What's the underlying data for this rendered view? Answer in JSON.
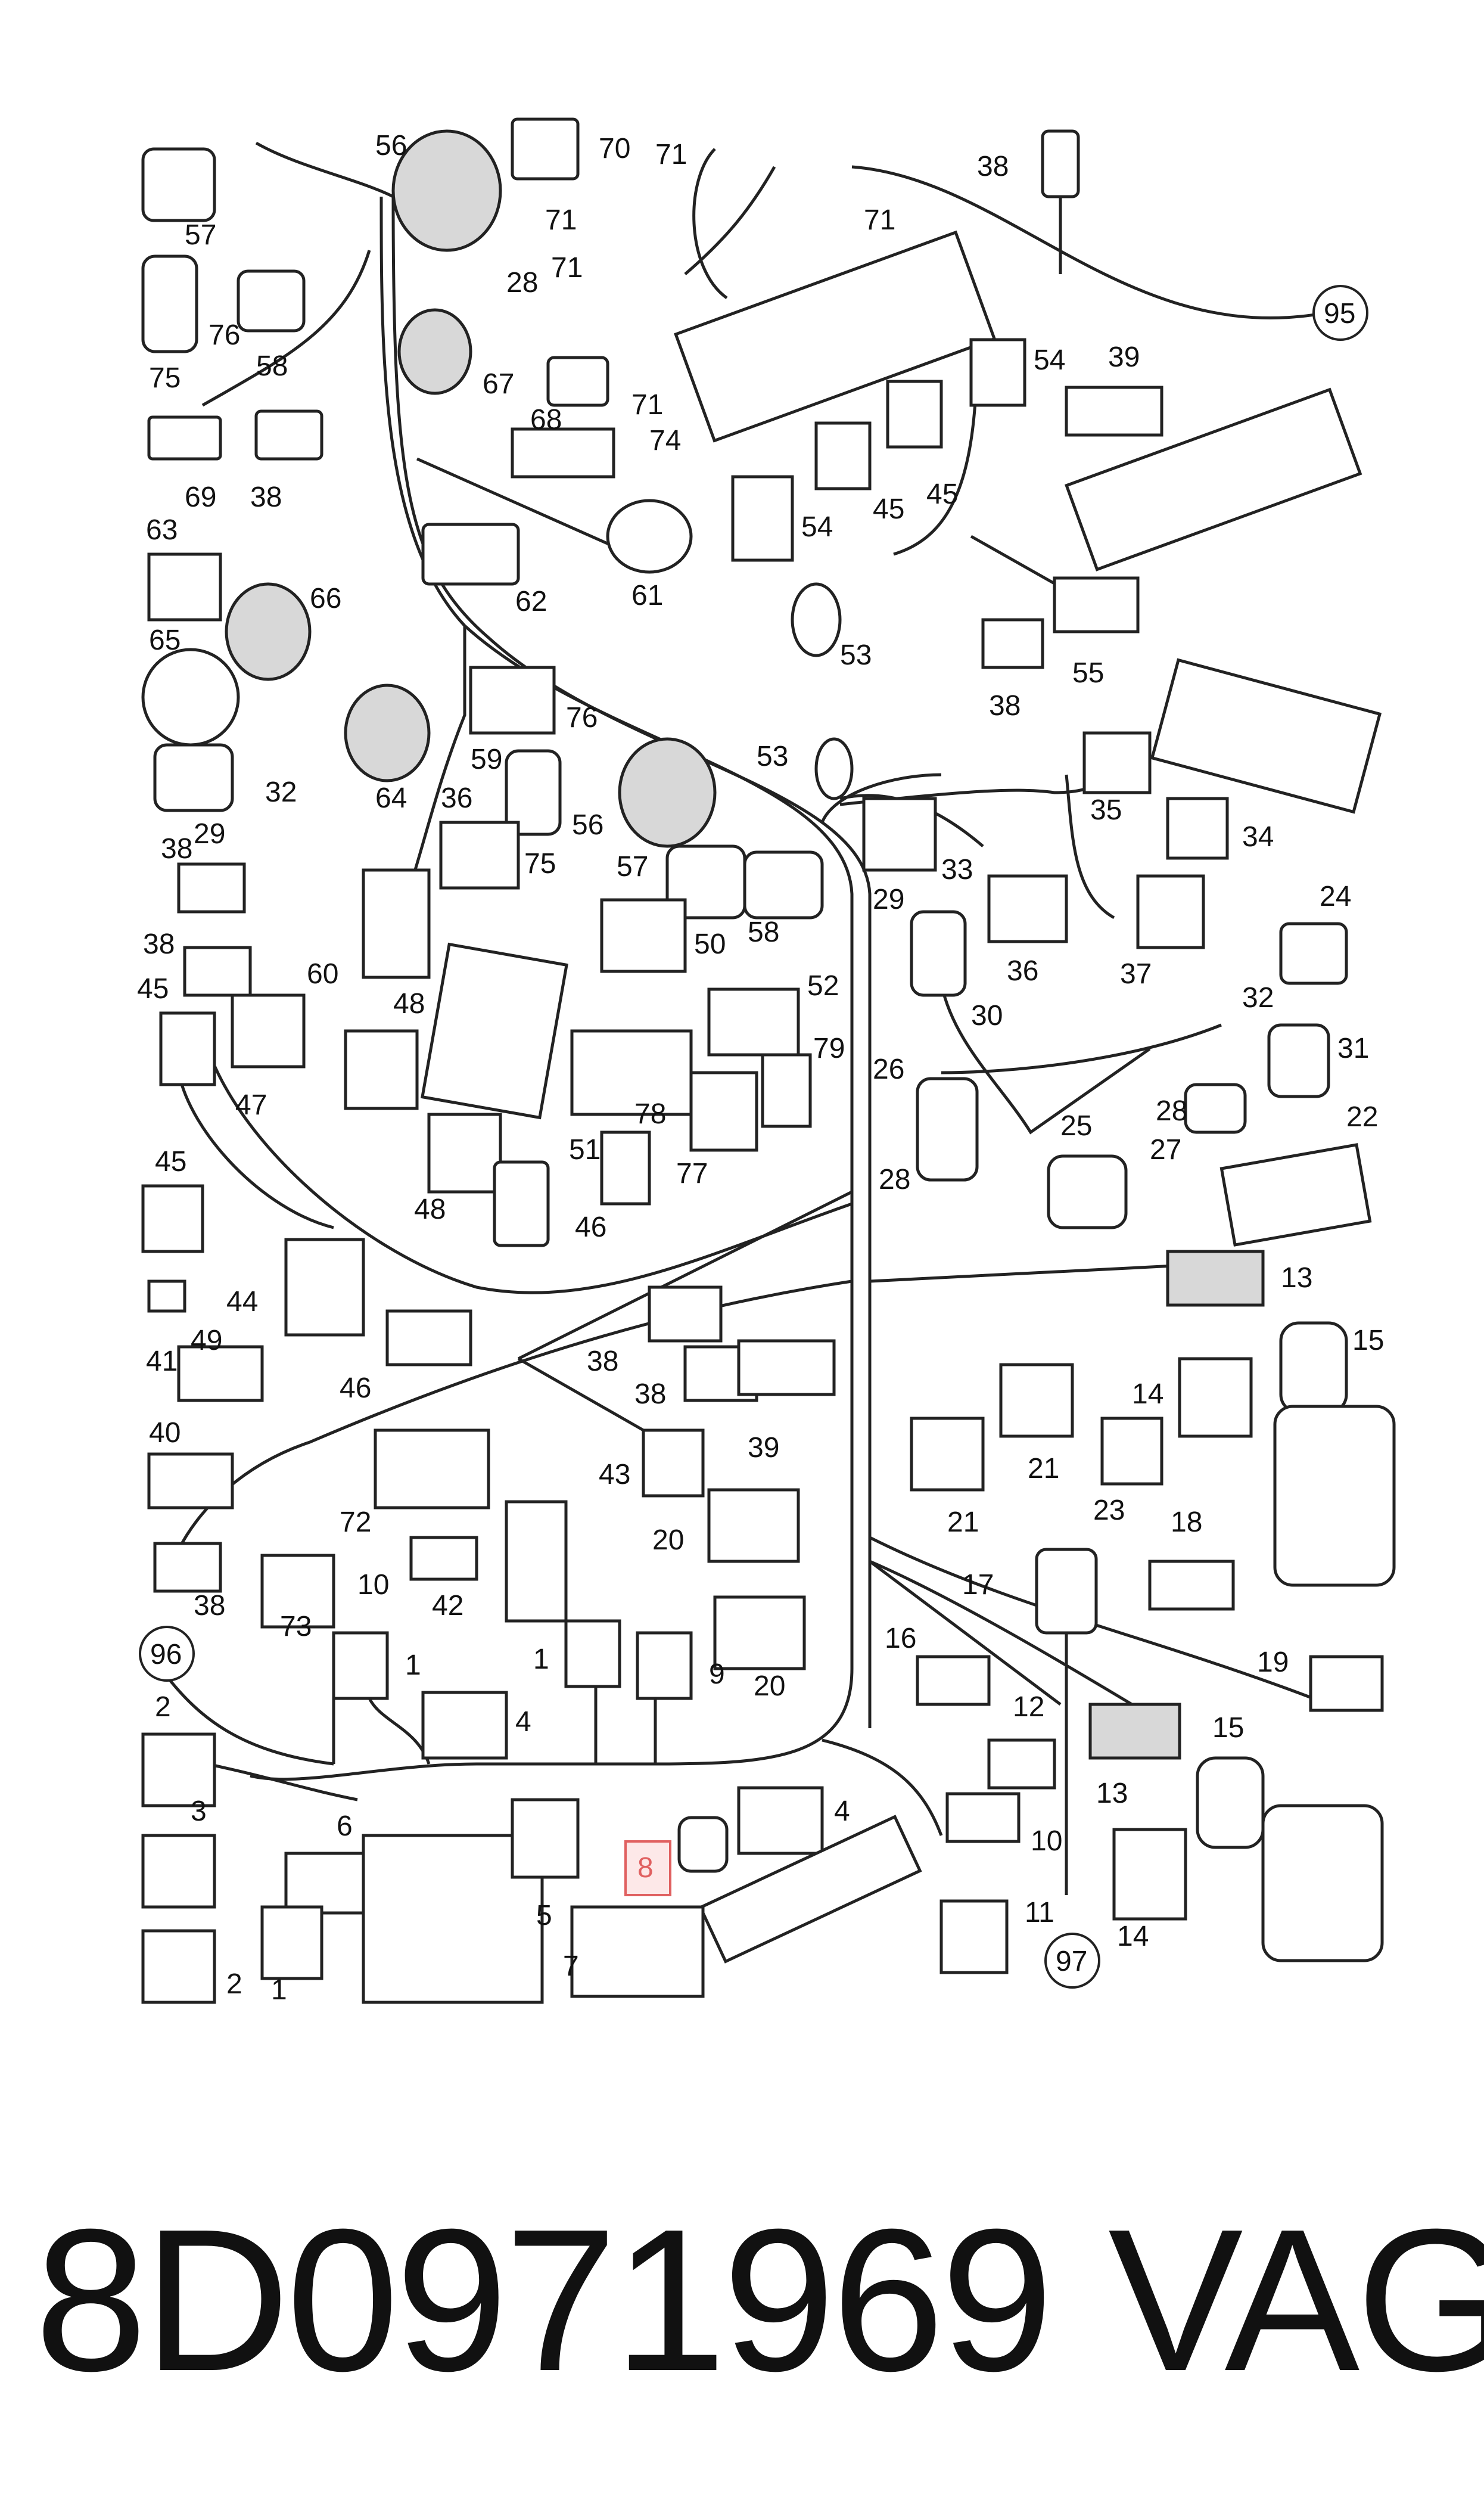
{
  "diagram": {
    "callouts": [
      {
        "id": "c56",
        "text": "56"
      },
      {
        "id": "c70",
        "text": "70"
      },
      {
        "id": "c71a",
        "text": "71"
      },
      {
        "id": "c71b",
        "text": "71"
      },
      {
        "id": "c71c",
        "text": "71"
      },
      {
        "id": "c71d",
        "text": "71"
      },
      {
        "id": "c71e",
        "text": "71"
      },
      {
        "id": "c38a",
        "text": "38"
      },
      {
        "id": "c95",
        "text": "95"
      },
      {
        "id": "c57a",
        "text": "57"
      },
      {
        "id": "c76a",
        "text": "76"
      },
      {
        "id": "c75a",
        "text": "75"
      },
      {
        "id": "c58a",
        "text": "58"
      },
      {
        "id": "c28a",
        "text": "28"
      },
      {
        "id": "c67",
        "text": "67"
      },
      {
        "id": "c68",
        "text": "68"
      },
      {
        "id": "c74",
        "text": "74"
      },
      {
        "id": "c54a",
        "text": "54"
      },
      {
        "id": "c39a",
        "text": "39"
      },
      {
        "id": "c69",
        "text": "69"
      },
      {
        "id": "c38b",
        "text": "38"
      },
      {
        "id": "c45a",
        "text": "45"
      },
      {
        "id": "c45b",
        "text": "45"
      },
      {
        "id": "c54b",
        "text": "54"
      },
      {
        "id": "c63",
        "text": "63"
      },
      {
        "id": "c62",
        "text": "62"
      },
      {
        "id": "c61",
        "text": "61"
      },
      {
        "id": "c53a",
        "text": "53"
      },
      {
        "id": "c55",
        "text": "55"
      },
      {
        "id": "c38c",
        "text": "38"
      },
      {
        "id": "c65",
        "text": "65"
      },
      {
        "id": "c66",
        "text": "66"
      },
      {
        "id": "c59",
        "text": "59"
      },
      {
        "id": "c76b",
        "text": "76"
      },
      {
        "id": "c53b",
        "text": "53"
      },
      {
        "id": "c35",
        "text": "35"
      },
      {
        "id": "c34",
        "text": "34"
      },
      {
        "id": "c32a",
        "text": "32"
      },
      {
        "id": "c64",
        "text": "64"
      },
      {
        "id": "c36a",
        "text": "36"
      },
      {
        "id": "c75b",
        "text": "75"
      },
      {
        "id": "c56b",
        "text": "56"
      },
      {
        "id": "c33",
        "text": "33"
      },
      {
        "id": "c29a",
        "text": "29"
      },
      {
        "id": "c38d",
        "text": "38"
      },
      {
        "id": "c57b",
        "text": "57"
      },
      {
        "id": "c58b",
        "text": "58"
      },
      {
        "id": "c29b",
        "text": "29"
      },
      {
        "id": "c36b",
        "text": "36"
      },
      {
        "id": "c37",
        "text": "37"
      },
      {
        "id": "c24",
        "text": "24"
      },
      {
        "id": "c38e",
        "text": "38"
      },
      {
        "id": "c60",
        "text": "60"
      },
      {
        "id": "c50",
        "text": "50"
      },
      {
        "id": "c30",
        "text": "30"
      },
      {
        "id": "c32b",
        "text": "32"
      },
      {
        "id": "c45c",
        "text": "45"
      },
      {
        "id": "c48a",
        "text": "48"
      },
      {
        "id": "c52",
        "text": "52"
      },
      {
        "id": "c79",
        "text": "79"
      },
      {
        "id": "c31",
        "text": "31"
      },
      {
        "id": "c47",
        "text": "47"
      },
      {
        "id": "c26",
        "text": "26"
      },
      {
        "id": "c28b",
        "text": "28"
      },
      {
        "id": "c22",
        "text": "22"
      },
      {
        "id": "c51",
        "text": "51"
      },
      {
        "id": "c78",
        "text": "78"
      },
      {
        "id": "c25",
        "text": "25"
      },
      {
        "id": "c27",
        "text": "27"
      },
      {
        "id": "c45d",
        "text": "45"
      },
      {
        "id": "c48b",
        "text": "48"
      },
      {
        "id": "c77",
        "text": "77"
      },
      {
        "id": "c28c",
        "text": "28"
      },
      {
        "id": "c46a",
        "text": "46"
      },
      {
        "id": "c13a",
        "text": "13"
      },
      {
        "id": "c44",
        "text": "44"
      },
      {
        "id": "c49",
        "text": "49"
      },
      {
        "id": "c15a",
        "text": "15"
      },
      {
        "id": "c38f",
        "text": "38"
      },
      {
        "id": "c41",
        "text": "41"
      },
      {
        "id": "c46b",
        "text": "46"
      },
      {
        "id": "c38g",
        "text": "38"
      },
      {
        "id": "c14a",
        "text": "14"
      },
      {
        "id": "c39b",
        "text": "39"
      },
      {
        "id": "c21a",
        "text": "21"
      },
      {
        "id": "c40",
        "text": "40"
      },
      {
        "id": "c43",
        "text": "43"
      },
      {
        "id": "c21b",
        "text": "21"
      },
      {
        "id": "c23",
        "text": "23"
      },
      {
        "id": "c72",
        "text": "72"
      },
      {
        "id": "c20a",
        "text": "20"
      },
      {
        "id": "c18",
        "text": "18"
      },
      {
        "id": "c10a",
        "text": "10"
      },
      {
        "id": "c17",
        "text": "17"
      },
      {
        "id": "c38h",
        "text": "38"
      },
      {
        "id": "c73",
        "text": "73"
      },
      {
        "id": "c42",
        "text": "42"
      },
      {
        "id": "c20b",
        "text": "20"
      },
      {
        "id": "c96",
        "text": "96"
      },
      {
        "id": "c1a",
        "text": "1"
      },
      {
        "id": "c1b",
        "text": "1"
      },
      {
        "id": "c9",
        "text": "9"
      },
      {
        "id": "c16",
        "text": "16"
      },
      {
        "id": "c19",
        "text": "19"
      },
      {
        "id": "c2a",
        "text": "2"
      },
      {
        "id": "c4a",
        "text": "4"
      },
      {
        "id": "c12",
        "text": "12"
      },
      {
        "id": "c15b",
        "text": "15"
      },
      {
        "id": "c13b",
        "text": "13"
      },
      {
        "id": "c3",
        "text": "3"
      },
      {
        "id": "c6",
        "text": "6"
      },
      {
        "id": "c4b",
        "text": "4"
      },
      {
        "id": "c10b",
        "text": "10"
      },
      {
        "id": "c8",
        "text": "8"
      },
      {
        "id": "c14b",
        "text": "14"
      },
      {
        "id": "c5",
        "text": "5"
      },
      {
        "id": "c11",
        "text": "11"
      },
      {
        "id": "c2b",
        "text": "2"
      },
      {
        "id": "c1c",
        "text": "1"
      },
      {
        "id": "c7",
        "text": "7"
      },
      {
        "id": "c97",
        "text": "97"
      }
    ],
    "highlight_color": "#e06060"
  },
  "footer": {
    "part_number": "8D0971969",
    "brand": "VAG"
  }
}
